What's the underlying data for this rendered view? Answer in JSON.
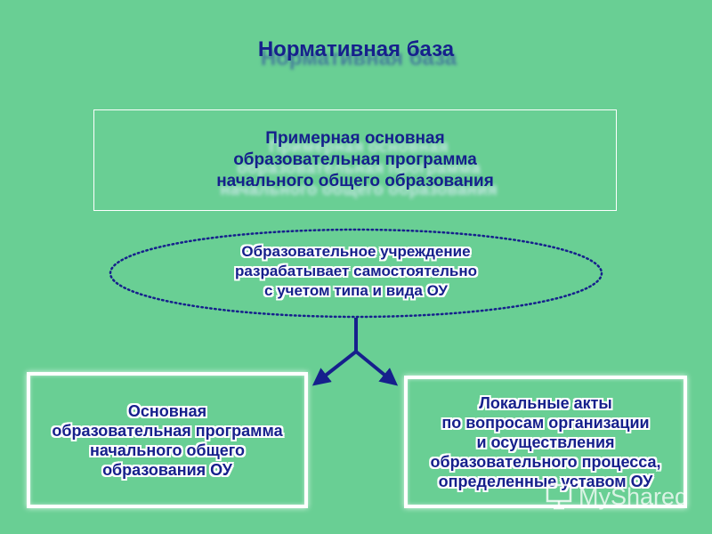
{
  "title": "Нормативная база",
  "top_box": {
    "text": "Примерная основная\nобразовательная программа\nначального общего образования"
  },
  "ellipse": {
    "text": "Образовательное учреждение\nразрабатывает самостоятельно\nс учетом типа и вида ОУ"
  },
  "left_box": {
    "text": "Основная\nобразовательная программа\nначального общего\nобразования ОУ"
  },
  "right_box": {
    "text": "Локальные акты\nпо вопросам организации\nи осуществления\nобразовательного процесса,\nопределенные уставом ОУ"
  },
  "watermark": {
    "text": "MyShared",
    "icon": "presentation-board-icon"
  },
  "colors": {
    "background": "#69cf94",
    "text": "#16208c",
    "border": "#ffffff",
    "dotted": "#16208c"
  }
}
